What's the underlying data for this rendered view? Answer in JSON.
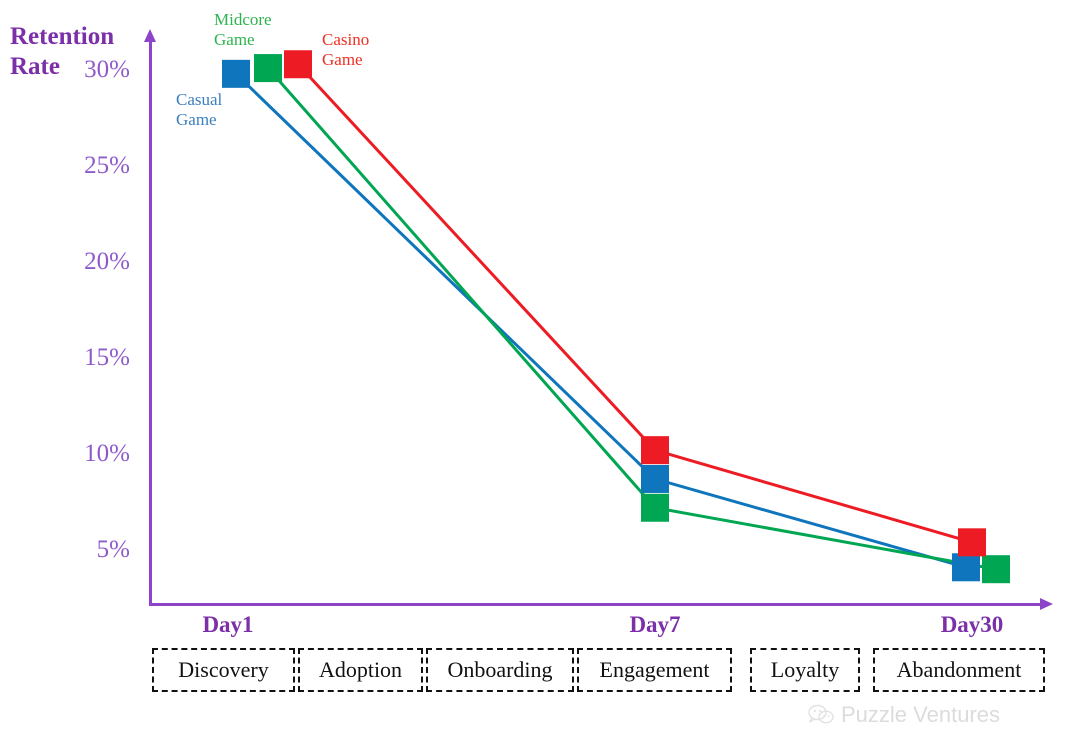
{
  "chart_data": {
    "type": "line",
    "title": "Retention Rate",
    "ylabel": "Retention Rate",
    "xlabel": "",
    "categories": [
      "Day1",
      "Day7",
      "Day30"
    ],
    "ylim": [
      3,
      31
    ],
    "ytick_labels": [
      "30%",
      "25%",
      "20%",
      "15%",
      "10%",
      "5%"
    ],
    "ytick_values": [
      30,
      25,
      20,
      15,
      10,
      5
    ],
    "grid": false,
    "legend_position": "inline-annotations",
    "series": [
      {
        "name": "Casual Game",
        "color": "#0F75BC",
        "values": [
          29.8,
          8.7,
          4.1
        ]
      },
      {
        "name": "Midcore Game",
        "color": "#00A651",
        "values": [
          30.1,
          7.2,
          4.0
        ]
      },
      {
        "name": "Casino Game",
        "color": "#ED1C24",
        "values": [
          30.3,
          10.2,
          5.4
        ]
      }
    ],
    "annotations": [
      {
        "text": "Casual Game",
        "color": "#3C7FC0"
      },
      {
        "text": "Midcore Game",
        "color": "#2DB44E"
      },
      {
        "text": "Casino Game",
        "color": "#EE3124"
      }
    ],
    "axis_color": "#8E44C8",
    "tick_label_color": "#8E5BC8",
    "axis_title_color": "#7B2FA8"
  },
  "axis": {
    "title": "Retention\nRate",
    "title_line1": "Retention",
    "title_line2": "Rate",
    "y_ticks": [
      "30%",
      "25%",
      "20%",
      "15%",
      "10%",
      "5%"
    ],
    "x_ticks": [
      "Day1",
      "Day7",
      "Day30"
    ]
  },
  "series_labels": {
    "casual": "Casual\nGame",
    "midcore": "Midcore\nGame",
    "casino": "Casino\nGame"
  },
  "stages": [
    {
      "label": "Discovery"
    },
    {
      "label": "Adoption"
    },
    {
      "label": "Onboarding"
    },
    {
      "label": "Engagement"
    },
    {
      "label": "Loyalty"
    },
    {
      "label": "Abandonment"
    }
  ],
  "watermark": {
    "text": "Puzzle Ventures",
    "icon": "wechat-icon"
  }
}
